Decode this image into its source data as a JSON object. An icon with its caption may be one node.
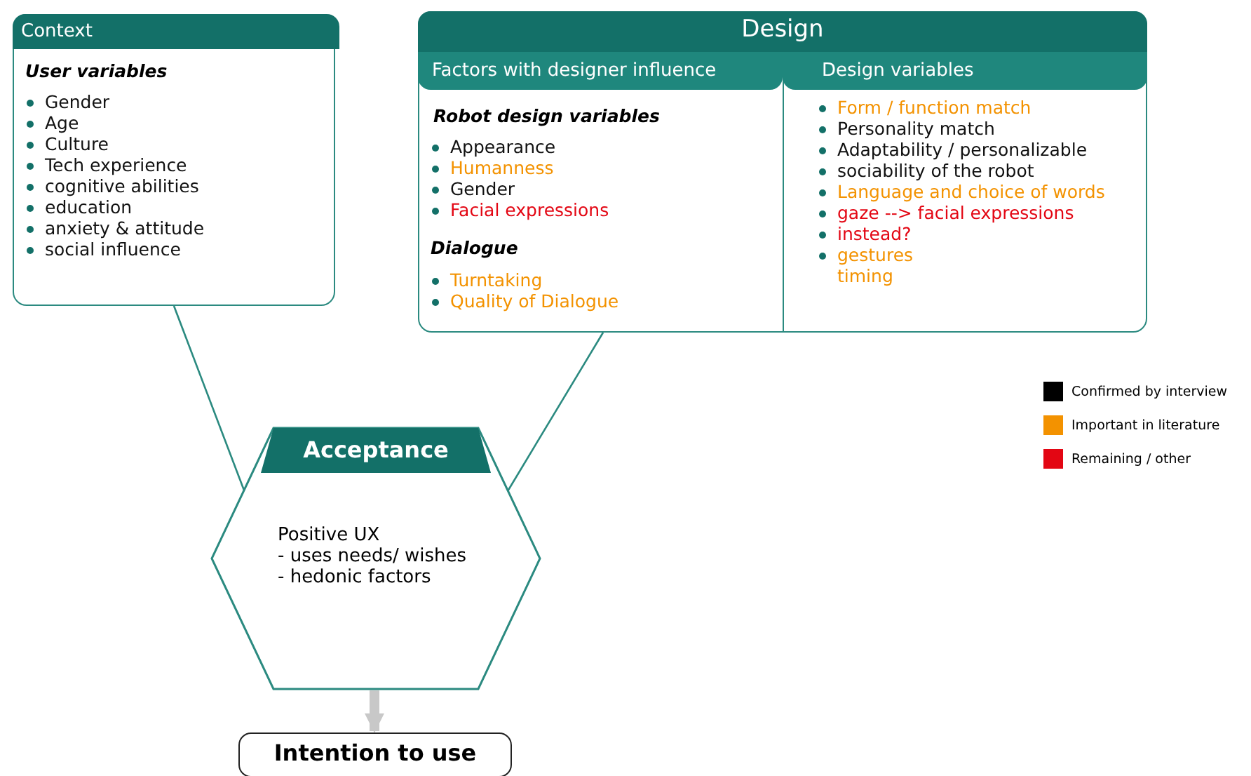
{
  "diagram": {
    "nodes": [
      {
        "text": [
          "Context",
          "User variables",
          "Gender",
          "Age",
          "Culture",
          "Tech experience",
          "cognitive abilities",
          "education",
          "anxiety & attitude",
          "social influence"
        ]
      },
      {
        "text": [
          "Design"
        ]
      },
      {
        "text": [
          "Factors with designer influence",
          "Robot design variables",
          "Appearance",
          "Humanness",
          "Gender",
          "Facial expressions",
          "Dialogue",
          "Turntaking",
          "Quality of Dialogue"
        ],
        "in": 1
      },
      {
        "text": [
          "Design variables",
          "Form / function match",
          "Personality match",
          "Adaptability / personalizable",
          "sociability of the robot",
          "Language and choice of words",
          "gaze --> facial expressions",
          "instead?",
          "gestures",
          "timing"
        ],
        "in": 1
      },
      {
        "text": [
          "Acceptance",
          "Positive UX",
          "- uses needs/ wishes",
          "- hedonic factors"
        ]
      },
      {
        "text": [
          "Intention to use"
        ]
      }
    ],
    "edges": [
      {
        "from": 0,
        "to": 4,
        "arrow": "none"
      },
      {
        "from": 1,
        "to": 4,
        "arrow": "none"
      },
      {
        "from": 4,
        "to": 5,
        "arrow": "to",
        "style": "thick",
        "color": "#c8c8c8"
      }
    ],
    "legend": [
      {
        "text": "Confirmed by interview",
        "color": "#000000"
      },
      {
        "text": "Important in literature",
        "color": "#f39200"
      },
      {
        "text": "Remaining / other",
        "color": "#e30613"
      }
    ]
  }
}
